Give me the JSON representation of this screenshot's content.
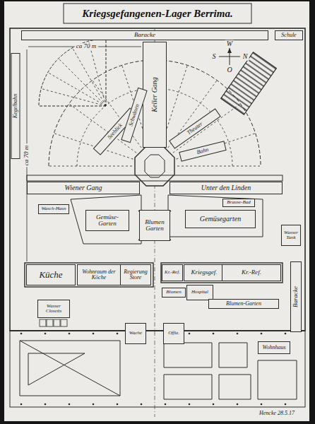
{
  "diagram": {
    "title": "Kriegsgefangenen-Lager Berrima.",
    "nodes": [
      {
        "text": [
          "Baracke"
        ]
      },
      {
        "text": [
          "Schule"
        ]
      },
      {
        "text": [
          "Kegelbahn"
        ]
      },
      {
        "text": [
          "Keller Gang"
        ]
      },
      {
        "text": [
          "Seeblick"
        ]
      },
      {
        "text": [
          "Schwänen"
        ]
      },
      {
        "text": [
          "Theater"
        ]
      },
      {
        "text": [
          "Bahn"
        ]
      },
      {
        "text": [
          "Wiener Gang"
        ]
      },
      {
        "text": [
          "Unter den Linden"
        ]
      },
      {
        "text": [
          "Wasch-Haus"
        ]
      },
      {
        "text": [
          "Gemüse-Garten"
        ]
      },
      {
        "text": [
          "Blumen",
          "Garten"
        ]
      },
      {
        "text": [
          "Gemüsegarten"
        ]
      },
      {
        "text": [
          "Brause-Bad"
        ]
      },
      {
        "text": [
          "Wasser Tank"
        ]
      },
      {
        "text": [
          "Küche"
        ]
      },
      {
        "text": [
          "Wohnraum der Köche"
        ]
      },
      {
        "text": [
          "Regierung Store"
        ]
      },
      {
        "text": [
          "Kr.-Ref."
        ]
      },
      {
        "text": [
          "Kriegsgef."
        ]
      },
      {
        "text": [
          "Kr.-Ref."
        ]
      },
      {
        "text": [
          "Blumen"
        ]
      },
      {
        "text": [
          "Hospital"
        ]
      },
      {
        "text": [
          "Blumen-Garten"
        ]
      },
      {
        "text": [
          "Wasser Closetts"
        ]
      },
      {
        "text": [
          "Baracke"
        ]
      },
      {
        "text": [
          "Wache"
        ]
      },
      {
        "text": [
          "Offiz."
        ]
      },
      {
        "text": [
          "Wohnhaus"
        ]
      }
    ],
    "labels": [
      "ca 70 m",
      "ca 70 m",
      "W",
      "S",
      "N",
      "O",
      "Hencke 28.5.17"
    ]
  }
}
